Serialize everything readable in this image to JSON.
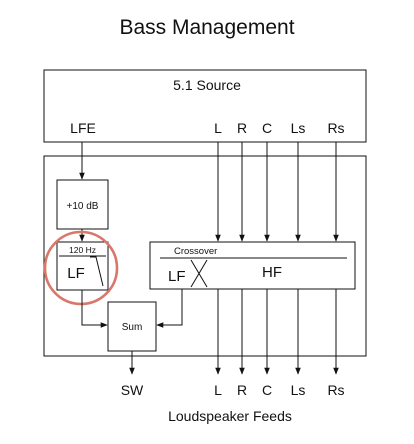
{
  "title": "Bass Management",
  "source": {
    "label": "5.1 Source",
    "lfe_label": "LFE",
    "channels": [
      "L",
      "R",
      "C",
      "Ls",
      "Rs"
    ]
  },
  "processing": {
    "gain_label": "+10 dB",
    "lowpass_freq_label": "120 Hz",
    "lowpass_band_label": "LF",
    "crossover_label": "Crossover",
    "crossover_lf_label": "LF",
    "crossover_hf_label": "HF",
    "sum_label": "Sum"
  },
  "outputs": {
    "sub_label": "SW",
    "channels": [
      "L",
      "R",
      "C",
      "Ls",
      "Rs"
    ],
    "footer_label": "Loudspeaker Feeds"
  },
  "colors": {
    "line": "#111111",
    "highlight": "#d9786a"
  }
}
